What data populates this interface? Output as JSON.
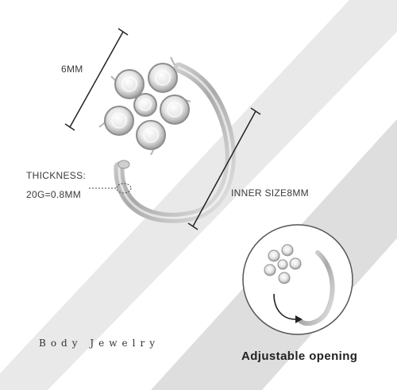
{
  "annotations": {
    "width": "6MM",
    "thickness_title": "THICKNESS:",
    "thickness_value": "20G=0.8MM",
    "inner_size": "INNER SIZE8MM",
    "adjustable": "Adjustable opening"
  },
  "brand": "Body Jewelry",
  "colors": {
    "background": "#ffffff",
    "band": "#dcdcdc",
    "metal": "#c9c9c9",
    "gem": "#f2f2f2",
    "text": "#3a3a3a"
  },
  "icons": [
    "flower-nose-ring",
    "dimension-bracket",
    "curved-arrow"
  ]
}
